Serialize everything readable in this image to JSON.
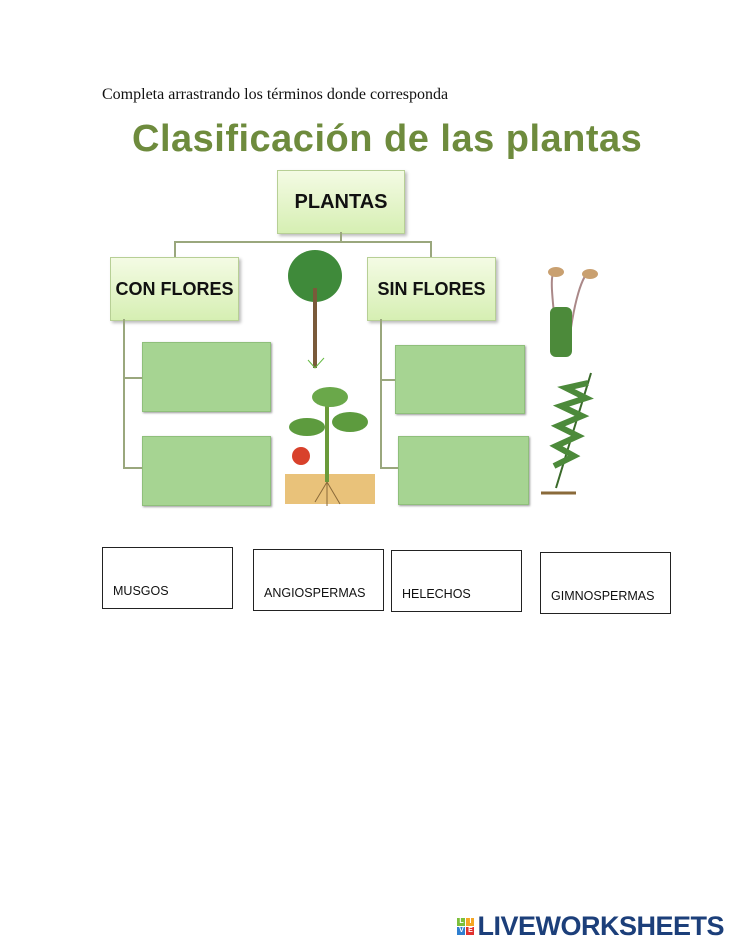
{
  "instruction": "Completa arrastrando los términos donde corresponda",
  "diagram": {
    "title": "Clasificación de las plantas",
    "root": "PLANTAS",
    "branches": [
      "CON FLORES",
      "SIN FLORES"
    ]
  },
  "terms": [
    "MUSGOS",
    "ANGIOSPERMAS",
    "HELECHOS",
    "GIMNOSPERMAS"
  ],
  "logo": {
    "text": "LIVEWORKSHEETS",
    "letters": [
      "L",
      "I",
      "V",
      "E"
    ]
  }
}
